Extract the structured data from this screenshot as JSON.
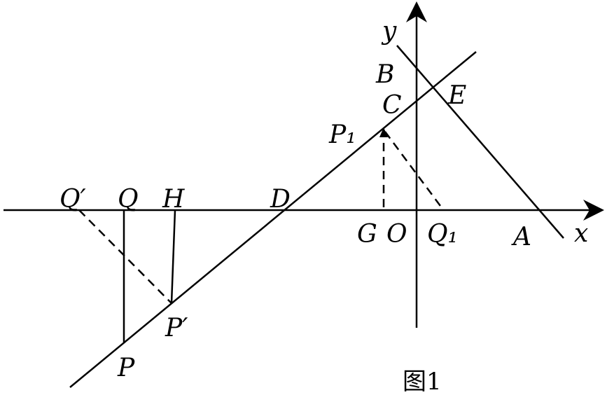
{
  "caption": "图1",
  "axes": {
    "x_label": "x",
    "y_label": "y"
  },
  "points": {
    "Q_prime": "Q′",
    "Q": "Q",
    "H": "H",
    "D": "D",
    "G": "G",
    "O": "O",
    "Q1": "Q₁",
    "A": "A",
    "B": "B",
    "C": "C",
    "E": "E",
    "P1": "P₁",
    "P": "P",
    "P_prime": "P′"
  },
  "colors": {
    "stroke": "#000000",
    "background": "#ffffff"
  }
}
